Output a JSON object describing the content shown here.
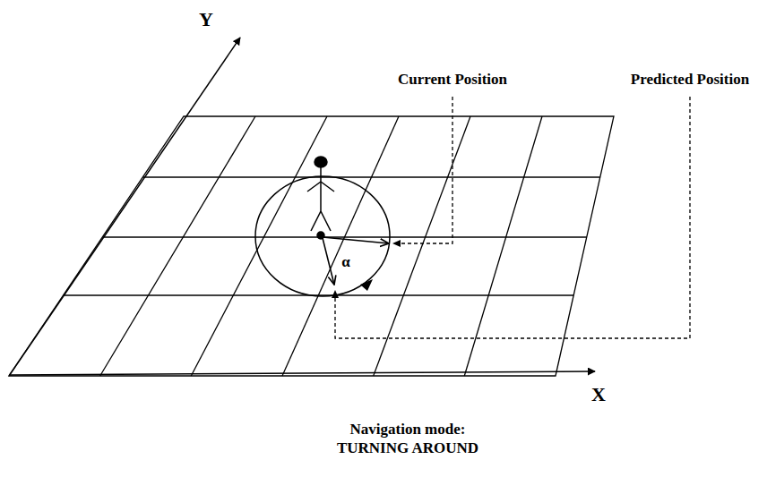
{
  "diagram": {
    "caption": "Navigation mode: TURNING AROUND",
    "labels": [
      "Y",
      "Current Position",
      "Predicted Position",
      "α",
      "X"
    ]
  }
}
